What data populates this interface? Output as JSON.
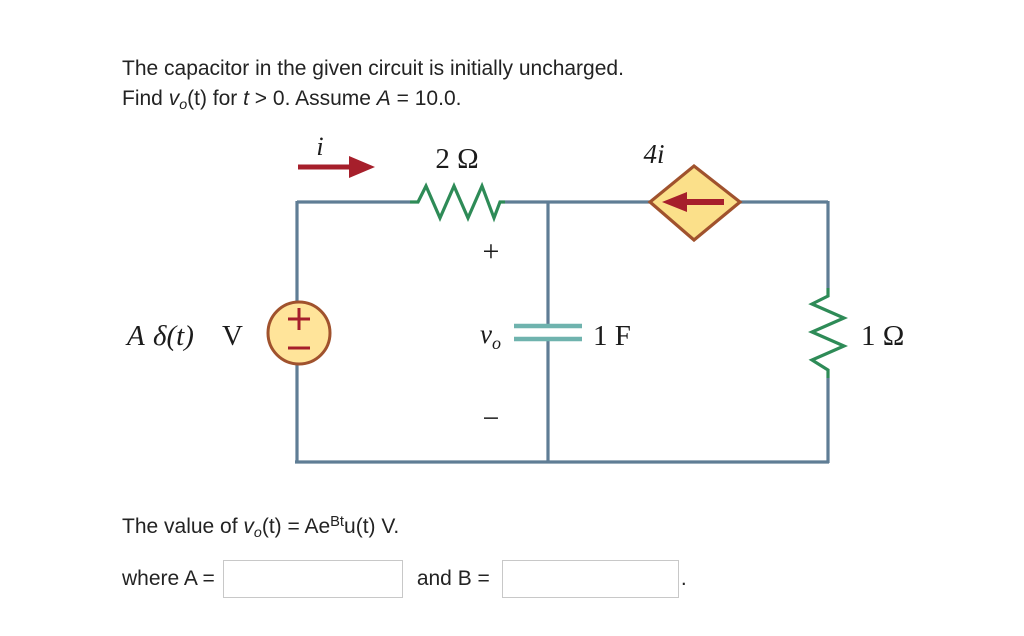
{
  "problem": {
    "line1": "The capacitor in the given circuit is initially uncharged.",
    "line2_a": "Find ",
    "line2_v": "v",
    "line2_sub": "o",
    "line2_b": "(t) for ",
    "line2_t": "t",
    "line2_c": " > 0. Assume ",
    "line2_A": "A",
    "line2_d": " = 10.0."
  },
  "circuit": {
    "current_label": "i",
    "series_resistor": "2 Ω",
    "dependent_source_label": "4i",
    "source_label_A": "A",
    "source_label_delta": "δ(t)",
    "source_label_unit": "V",
    "source_plus": "+",
    "source_minus": "−",
    "cap_plus": "+",
    "cap_minus": "−",
    "cap_voltage": "v",
    "cap_voltage_sub": "o",
    "cap_value": "1 F",
    "shunt_resistor": "1 Ω",
    "colors": {
      "wire": "#5f7d95",
      "resistor": "#2e8b57",
      "capacitor_plate": "#6fb3ae",
      "source_fill": "#ffe49a",
      "source_stroke": "#a0522d",
      "arrow": "#a61f2b",
      "diamond_fill": "#fbe08a",
      "diamond_stroke": "#a0522d",
      "text": "#1b1b1b"
    }
  },
  "answer": {
    "prefix": "The value of ",
    "v": "v",
    "v_sub": "o",
    "eq": "(t) = Ae",
    "exp": "Bt",
    "tail": "u(t) V.",
    "where": "where A =",
    "and": "and B =",
    "period": ".",
    "input_a_value": "",
    "input_b_value": "",
    "input_a_placeholder": "",
    "input_b_placeholder": ""
  }
}
